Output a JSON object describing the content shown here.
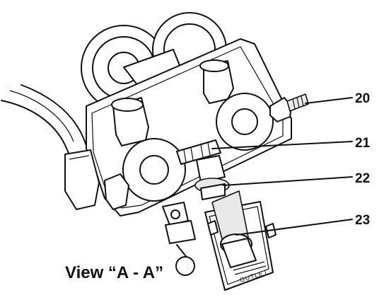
{
  "view_title": "View “A - A”",
  "callouts": [
    {
      "label": "20"
    },
    {
      "label": "21"
    },
    {
      "label": "22"
    },
    {
      "label": "23"
    }
  ],
  "outlet_label": "OUTLET"
}
